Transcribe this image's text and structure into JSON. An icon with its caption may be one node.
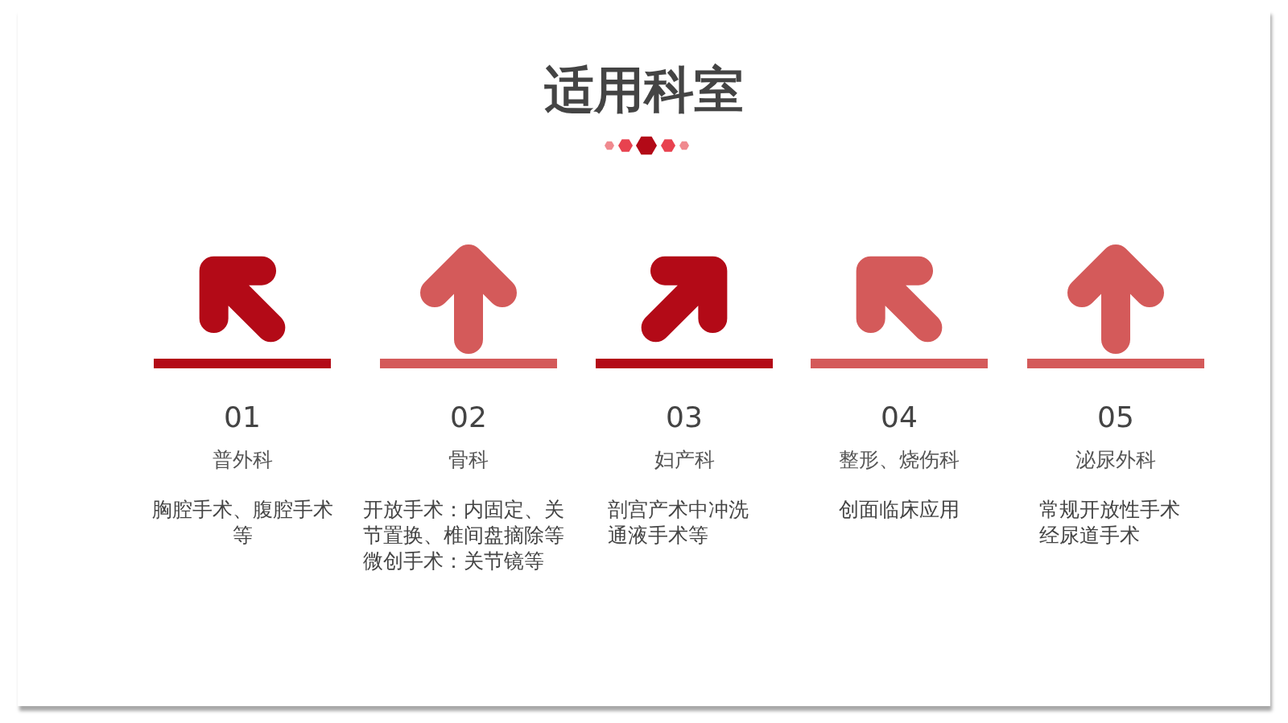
{
  "diagram": {
    "title": "适用科室",
    "labels": [
      "01",
      "普外科",
      "胸腔手术、腹腔手术等",
      "02",
      "骨科",
      "开放手术：内固定、关节置换、椎间盘摘除等",
      "微创手术：关节镜等",
      "03",
      "妇产科",
      "剖宫产术中冲洗通液手术等",
      "04",
      "整形、烧伤科",
      "创面临床应用",
      "05",
      "泌尿外科",
      "常规开放性手术",
      "经尿道手术"
    ]
  }
}
